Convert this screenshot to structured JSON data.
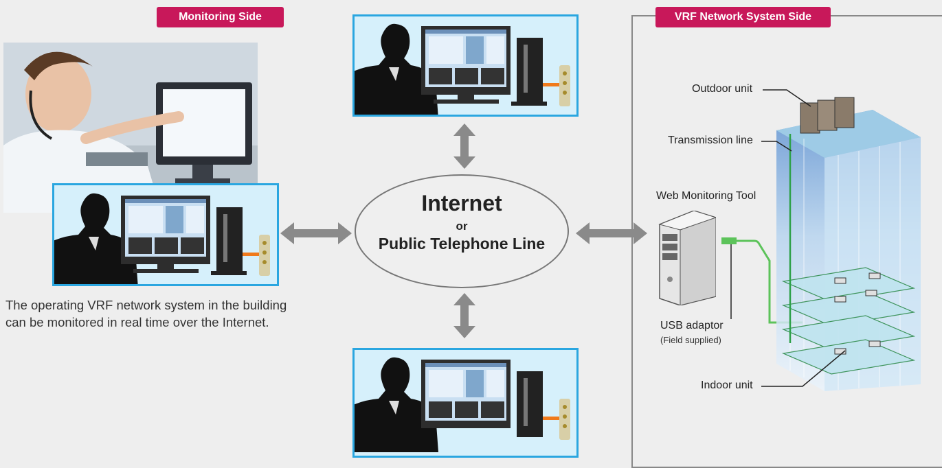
{
  "monitoring_side": {
    "badge": "Monitoring Side"
  },
  "vrf_side": {
    "badge": "VRF Network System Side"
  },
  "caption": {
    "line1": "The operating VRF network system in the building",
    "line2": "can be monitored in real time over the Internet."
  },
  "network": {
    "title": "Internet",
    "connector": "or",
    "subtitle": "Public Telephone Line"
  },
  "vrf_labels": {
    "outdoor_unit": "Outdoor unit",
    "transmission_line": "Transmission line",
    "web_monitoring_tool": "Web Monitoring Tool",
    "usb_adaptor": "USB adaptor",
    "usb_note": "(Field supplied)",
    "indoor_unit": "Indoor unit"
  },
  "colors": {
    "badge": "#c8185a",
    "station_border": "#2aa6e0",
    "station_fill": "#d6f0fb",
    "arrow": "#8a8a8a",
    "transmission_line": "#5cc35a"
  }
}
